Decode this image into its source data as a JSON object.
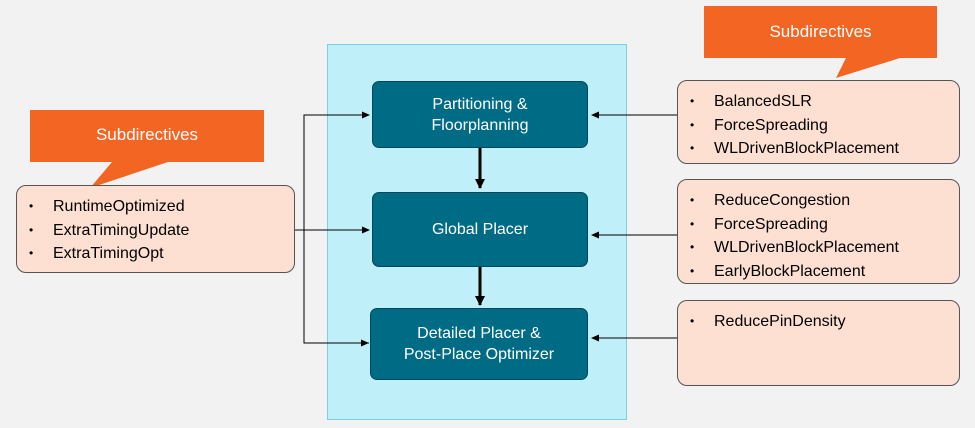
{
  "stages": [
    {
      "id": "partitioning",
      "lines": [
        "Partitioning &",
        "Floorplanning"
      ]
    },
    {
      "id": "global",
      "lines": [
        "Global Placer"
      ]
    },
    {
      "id": "detailed",
      "lines": [
        "Detailed Placer &",
        "Post-Place Optimizer"
      ]
    }
  ],
  "callouts": {
    "left": "Subdirectives",
    "right": "Subdirectives"
  },
  "left_list": [
    "RuntimeOptimized",
    "ExtraTimingUpdate",
    "ExtraTimingOpt"
  ],
  "right_lists": {
    "partitioning": [
      "BalancedSLR",
      "ForceSpreading",
      "WLDrivenBlockPlacement"
    ],
    "global": [
      "ReduceCongestion",
      "ForceSpreading",
      "WLDrivenBlockPlacement",
      "EarlyBlockPlacement"
    ],
    "detailed": [
      "ReducePinDensity"
    ]
  },
  "bullet_glyph": "•",
  "colors": {
    "stage_fill": "#006b85",
    "panel_fill": "#bff0fa",
    "list_fill": "#fde0d2",
    "callout_fill": "#f26522"
  }
}
